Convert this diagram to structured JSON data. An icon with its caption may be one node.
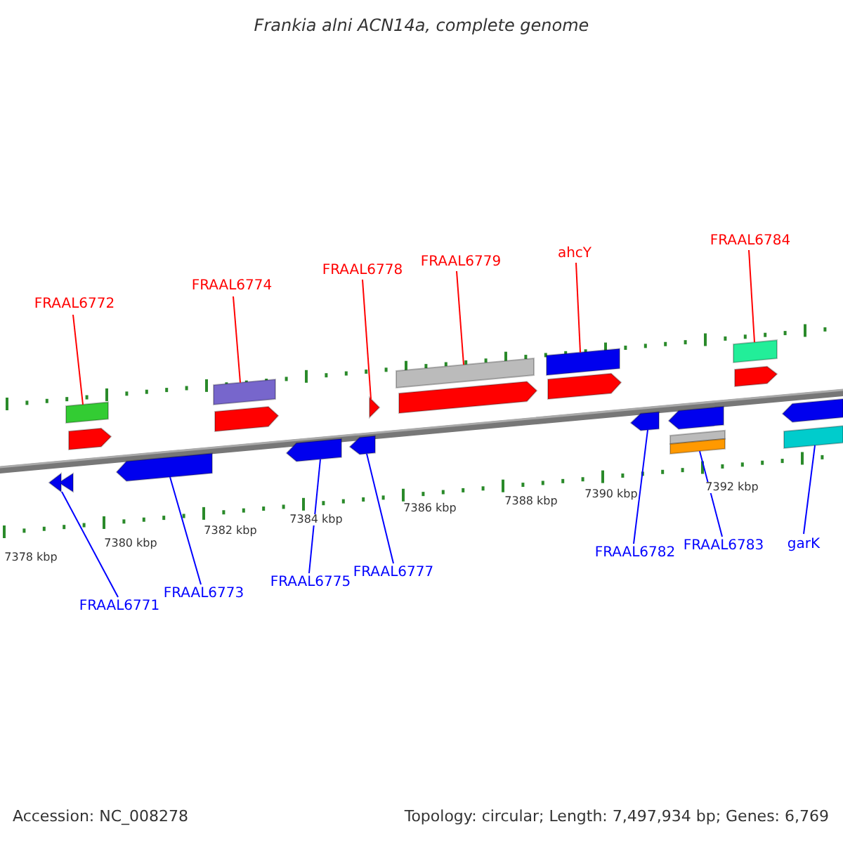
{
  "diagram": {
    "title": "Frankia alni ACN14a, complete genome",
    "nodes": [
      {
        "text": [
          "FRAAL6772"
        ]
      },
      {
        "text": [
          "FRAAL6774"
        ]
      },
      {
        "text": [
          "FRAAL6778"
        ]
      },
      {
        "text": [
          "FRAAL6779"
        ]
      },
      {
        "text": [
          "ahcY"
        ]
      },
      {
        "text": [
          "FRAAL6784"
        ]
      },
      {
        "text": [
          "FRAAL6771"
        ]
      },
      {
        "text": [
          "FRAAL6773"
        ]
      },
      {
        "text": [
          "FRAAL6775"
        ]
      },
      {
        "text": [
          "FRAAL6777"
        ]
      },
      {
        "text": [
          "FRAAL6782"
        ]
      },
      {
        "text": [
          "FRAAL6783"
        ]
      },
      {
        "text": [
          "garK"
        ]
      },
      {
        "text": [],
        "shape": "pentagon"
      },
      {
        "text": [],
        "shape": "bar"
      },
      {
        "text": [],
        "shape": "pentagon"
      },
      {
        "text": [],
        "shape": "pentagon"
      },
      {
        "text": [],
        "shape": "bar"
      },
      {
        "text": [],
        "shape": "pentagon"
      },
      {
        "text": [],
        "shape": "pentagon"
      },
      {
        "text": [],
        "shape": "pentagon"
      },
      {
        "text": [],
        "shape": "triangle"
      },
      {
        "text": [],
        "shape": "bar"
      },
      {
        "text": [],
        "shape": "pentagon"
      },
      {
        "text": [],
        "shape": "bar"
      },
      {
        "text": [],
        "shape": "pentagon"
      },
      {
        "text": [],
        "shape": "pentagon"
      },
      {
        "text": [],
        "shape": "pentagon"
      },
      {
        "text": [],
        "shape": "bar"
      },
      {
        "text": [],
        "shape": "bar"
      },
      {
        "text": [],
        "shape": "bar"
      },
      {
        "text": [],
        "shape": "pentagon"
      },
      {
        "text": [],
        "shape": "pentagon"
      },
      {
        "text": [],
        "shape": "bar"
      }
    ],
    "edges": [
      {
        "from": 0,
        "to": 14,
        "arrow": "none",
        "color": "#ff0000"
      },
      {
        "from": 1,
        "to": 17,
        "arrow": "none",
        "color": "#ff0000"
      },
      {
        "from": 2,
        "to": 21,
        "arrow": "none",
        "color": "#ff0000"
      },
      {
        "from": 3,
        "to": 22,
        "arrow": "none",
        "color": "#ff0000"
      },
      {
        "from": 4,
        "to": 24,
        "arrow": "none",
        "color": "#ff0000"
      },
      {
        "from": 5,
        "to": 30,
        "arrow": "none",
        "color": "#ff0000"
      },
      {
        "from": 6,
        "to": 13,
        "arrow": "none"
      },
      {
        "from": 7,
        "to": 16,
        "arrow": "none"
      },
      {
        "from": 8,
        "to": 19,
        "arrow": "none"
      },
      {
        "from": 9,
        "to": 20,
        "arrow": "none"
      },
      {
        "from": 10,
        "to": 26,
        "arrow": "none"
      },
      {
        "from": 11,
        "to": 29,
        "arrow": "none"
      },
      {
        "from": 12,
        "to": 33,
        "arrow": "none"
      }
    ],
    "labels": [
      "7378 kbp",
      "7380 kbp",
      "7382 kbp",
      "7384 kbp",
      "7386 kbp",
      "7388 kbp",
      "7390 kbp",
      "7392 kbp",
      "Accession: NC_008278",
      "Topology: circular; Length: 7,497,934 bp; Genes: 6,769"
    ]
  }
}
